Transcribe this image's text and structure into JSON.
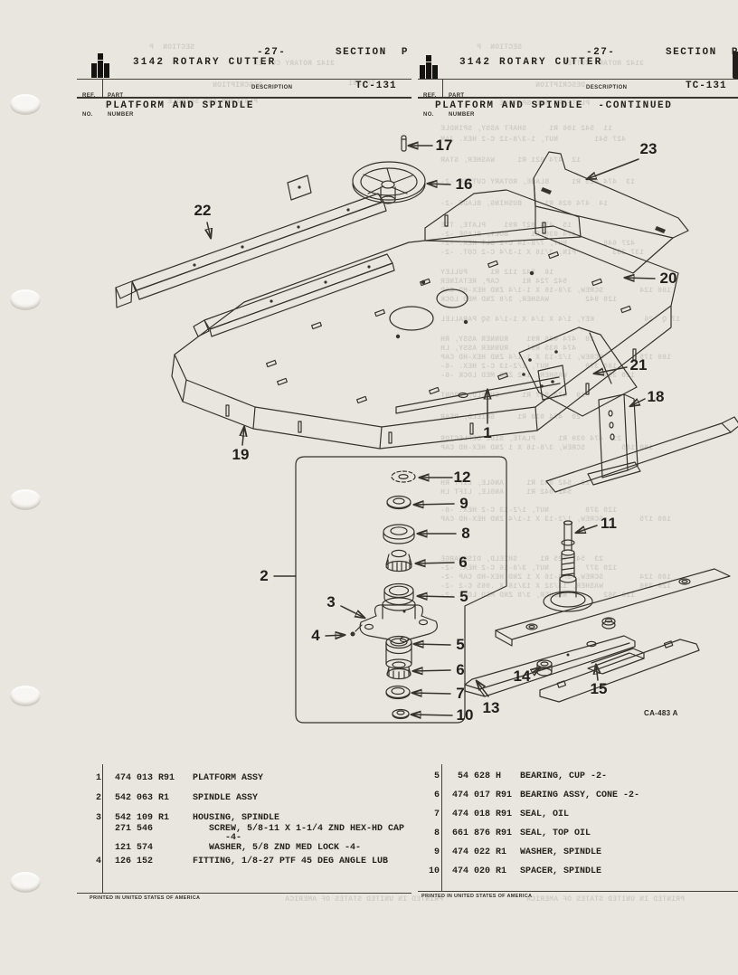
{
  "header": {
    "model": "3142 ROTARY CUTTER",
    "page_number": "-27-",
    "section": "SECTION  P",
    "form_number": "TC-131",
    "col_ref_line1": "REF.",
    "col_ref_line2": "NO.",
    "col_part_line1": "PART",
    "col_part_line2": "NUMBER",
    "col_description": "DESCRIPTION"
  },
  "pages": {
    "left": {
      "title": "PLATFORM AND SPINDLE"
    },
    "right": {
      "title": "PLATFORM AND SPINDLE  -CONTINUED"
    }
  },
  "footer": {
    "printed": "PRINTED IN UNITED STATES OF AMERICA"
  },
  "diagram": {
    "figure_code": "CA-483 A",
    "callouts": [
      {
        "id": "c1",
        "label": "1"
      },
      {
        "id": "c2",
        "label": "2"
      },
      {
        "id": "c3",
        "label": "3"
      },
      {
        "id": "c4",
        "label": "4"
      },
      {
        "id": "c5a",
        "label": "5"
      },
      {
        "id": "c5b",
        "label": "5"
      },
      {
        "id": "c6a",
        "label": "6"
      },
      {
        "id": "c6b",
        "label": "6"
      },
      {
        "id": "c7",
        "label": "7"
      },
      {
        "id": "c8",
        "label": "8"
      },
      {
        "id": "c9",
        "label": "9"
      },
      {
        "id": "c10",
        "label": "10"
      },
      {
        "id": "c11",
        "label": "11"
      },
      {
        "id": "c12",
        "label": "12"
      },
      {
        "id": "c13",
        "label": "13"
      },
      {
        "id": "c14",
        "label": "14"
      },
      {
        "id": "c15",
        "label": "15"
      },
      {
        "id": "c16",
        "label": "16"
      },
      {
        "id": "c17",
        "label": "17"
      },
      {
        "id": "c18",
        "label": "18"
      },
      {
        "id": "c19",
        "label": "19"
      },
      {
        "id": "c20",
        "label": "20"
      },
      {
        "id": "c21",
        "label": "21"
      },
      {
        "id": "c22",
        "label": "22"
      },
      {
        "id": "c23",
        "label": "23"
      }
    ]
  },
  "parts": {
    "left": {
      "rows": [
        {
          "ref": "1",
          "entries": [
            {
              "part": "474 013 R91",
              "desc": "PLATFORM ASSY",
              "indent": 0
            }
          ]
        },
        {
          "ref": "2",
          "entries": [
            {
              "part": "542 063 R1",
              "desc": "SPINDLE ASSY",
              "indent": 0
            }
          ]
        },
        {
          "ref": "3",
          "entries": [
            {
              "part": "542 109 R1",
              "desc": "HOUSING, SPINDLE",
              "indent": 0
            },
            {
              "part": "271 546",
              "desc": "SCREW, 5/8-11 X 1-1/4 ZND HEX-HD CAP",
              "indent": 1
            },
            {
              "part": "",
              "desc": "-4-",
              "indent": 2
            },
            {
              "part": "121 574",
              "desc": "WASHER, 5/8 ZND MED LOCK -4-",
              "indent": 1
            }
          ]
        },
        {
          "ref": "4",
          "entries": [
            {
              "part": "126 152",
              "desc": "FITTING, 1/8-27 PTF 45 DEG ANGLE LUB",
              "indent": 0
            }
          ]
        }
      ]
    },
    "right": {
      "rows": [
        {
          "ref": "5",
          "entries": [
            {
              "part": " 54 628 H",
              "desc": "BEARING, CUP -2-",
              "indent": 0
            }
          ]
        },
        {
          "ref": "6",
          "entries": [
            {
              "part": "474 017 R91",
              "desc": "BEARING ASSY, CONE -2-",
              "indent": 0
            }
          ]
        },
        {
          "ref": "7",
          "entries": [
            {
              "part": "474 018 R91",
              "desc": "SEAL, OIL",
              "indent": 0
            }
          ]
        },
        {
          "ref": "8",
          "entries": [
            {
              "part": "661 876 R91",
              "desc": "SEAL, TOP OIL",
              "indent": 0
            }
          ]
        },
        {
          "ref": "9",
          "entries": [
            {
              "part": "474 022 R1",
              "desc": "WASHER, SPINDLE",
              "indent": 0
            }
          ]
        },
        {
          "ref": "10",
          "entries": [
            {
              "part": "474 020 R1",
              "desc": "SPACER, SPINDLE",
              "indent": 0
            }
          ]
        }
      ]
    }
  },
  "bleedthrough": {
    "left": [
      "SECTION  P",
      "3142 ROTARY CUTTER",
      "DESCRIPTION",
      "TC-131",
      "PLATFORM AND SPINDLE",
      "PRINTED IN UNITED STATES OF AMERICA"
    ],
    "right": [
      "SECTION  P",
      "3142 ROTARY CUTTER",
      "DESCRIPTION",
      "PLATFORM AND SPINDLE",
      "11  542 106 R1     SHAFT ASSY, SPINDLE",
      "    427 541        NUT, 1-3/8-12 C-2 HEX. JAM",
      "12  474 021 R1     WASHER, STAR",
      "13  474 025 R1     BLADE, ROTARY CUTTER -2-",
      "14  474 026 R1     BUSHING, BLADE -2-",
      "15  474 027 R91    PLATE, TIE",
      "    474 030 R1     BOLT, BLADE -2-",
      "    427 646        NUT, 7/8-14 C-2 SLT HEX. -2-",
      "    137 253        PIN, 3/16 X 1-3/4 C-2 COT. -2-",
      "16  542 112 R1     PULLEY",
      "    542 724 R1     CAP, RETAINER",
      "    180 124        SCREW, 3/8-16 X 1-1/4 ZND HEX-HD CAP",
      "    120 942        WASHER, 3/8 ZND MED LOCK",
      "17 Q  26           KEY, 1/4 X 1/4 X 1-1/4 SQ PARALLEL",
      "18  474 036 R91    RUNNER ASSY, RH",
      "    474 035 R91    RUNNER ASSY, LH",
      "    180 175        SCREW, 1/2-13 X 1-1/4 ZND HEX-HD CAP",
      "    180 379        NUT, 1/2-13 C-2 HEX. -6-",
      "    120 394        WASHER, 1/2 ZND MED LOCK -6-",
      "19  474 037 R1     SHIELD, FRONT",
      "20  474 038 R1     SHIELD, REAR",
      "21  474 039 R1     PLATE, SIDE DEFLECTOR",
      "    180 185        SCREW, 3/8-16 X 1 ZND HEX-HD CAP",
      "22  542 043 R1     ANGLE, LIFT RH",
      "    542 042 R1     ANGLE, LIFT LH",
      "    120 378        NUT, 1/2-13 C-2 HEX. -8-",
      "    180 175        SCREW, 1/2-13 X 1-1/4 ZND HEX-HD CAP",
      "23  542 725 R1     SHIELD, DISCHARGE",
      "    120 377        NUT, 3/8-16 C-2 HEX. -2-",
      "    180 124        SCREW, 3/8-16 X 1 ZND HEX-HD CAP -2-",
      "    120 396        WASHER, 13/32 X 13/16 X .065 C-2 -2-",
      "    120 362        WASHER, 3/8 ZND MED LOCK -2-",
      "PRINTED IN UNITED STATES OF AMERICA"
    ]
  }
}
